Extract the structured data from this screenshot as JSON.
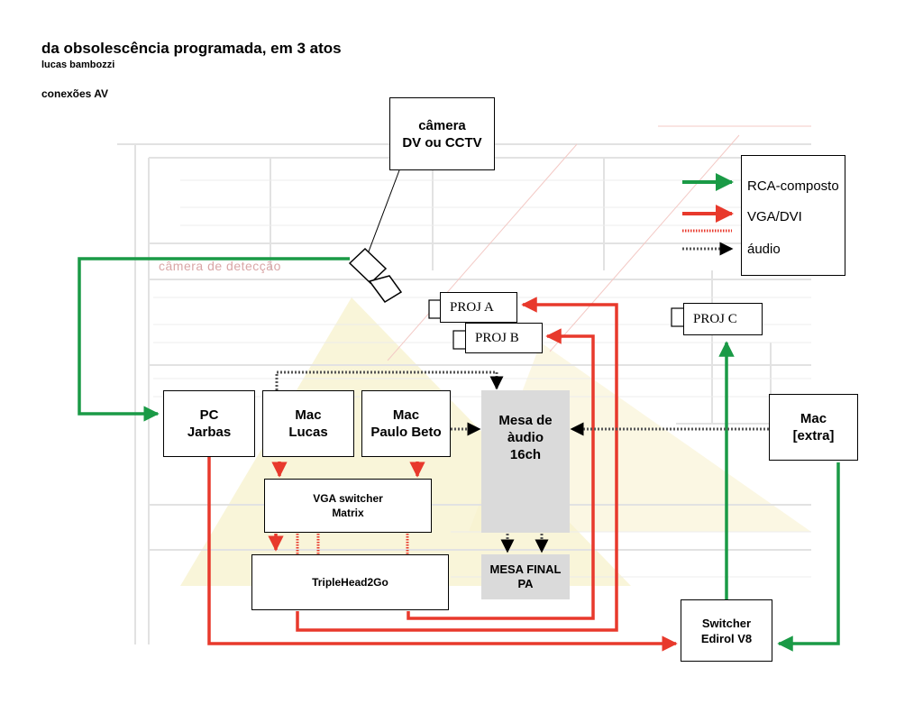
{
  "header": {
    "title": "da obsolescência programada, em 3 atos",
    "author": "lucas bambozzi",
    "section": "conexões AV"
  },
  "background": {
    "floorplan_label": "câmera de detecção"
  },
  "legend": {
    "items": [
      {
        "label": "RCA-composto",
        "color": "#1a9a46"
      },
      {
        "label": "VGA/DVI",
        "color": "#e8392c"
      },
      {
        "label": "áudio",
        "color": "#777777"
      }
    ]
  },
  "nodes": {
    "camera": "câmera\nDV ou CCTV",
    "proj_a": "PROJ A",
    "proj_b": "PROJ B",
    "proj_c": "PROJ C",
    "pc_jarbas": "PC\nJarbas",
    "mac_lucas": "Mac\nLucas",
    "mac_paulo_beto": "Mac\nPaulo Beto",
    "mesa_audio": "Mesa de\nàudio\n16ch",
    "mac_extra": "Mac\n[extra]",
    "vga_switcher": "VGA switcher\nMatrix",
    "triplehead": "TripleHead2Go",
    "mesa_final": "MESA FINAL\nPA",
    "switcher_edirol": "Switcher\nEdirol V8"
  },
  "colors": {
    "rca": "#1a9a46",
    "vga": "#e8392c",
    "audio": "#777777",
    "floorplan": "#e4e4e4",
    "cone": "#f5efc6"
  }
}
